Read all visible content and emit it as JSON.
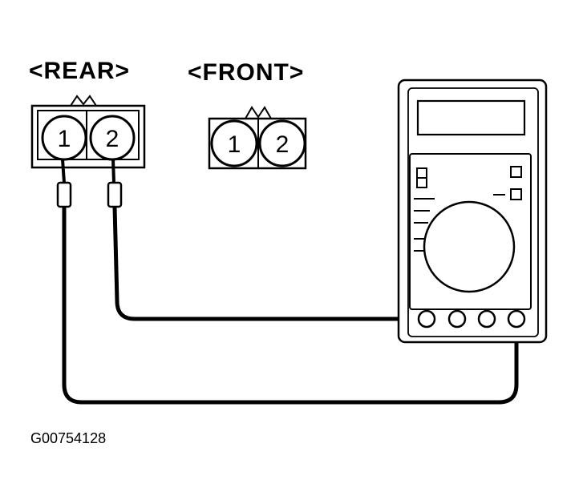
{
  "labels": {
    "rear": "<REAR>",
    "front": "<FRONT>"
  },
  "rear_connector": {
    "pins": [
      "1",
      "2"
    ]
  },
  "front_connector": {
    "pins": [
      "1",
      "2"
    ]
  },
  "figure_id": "G00754128"
}
